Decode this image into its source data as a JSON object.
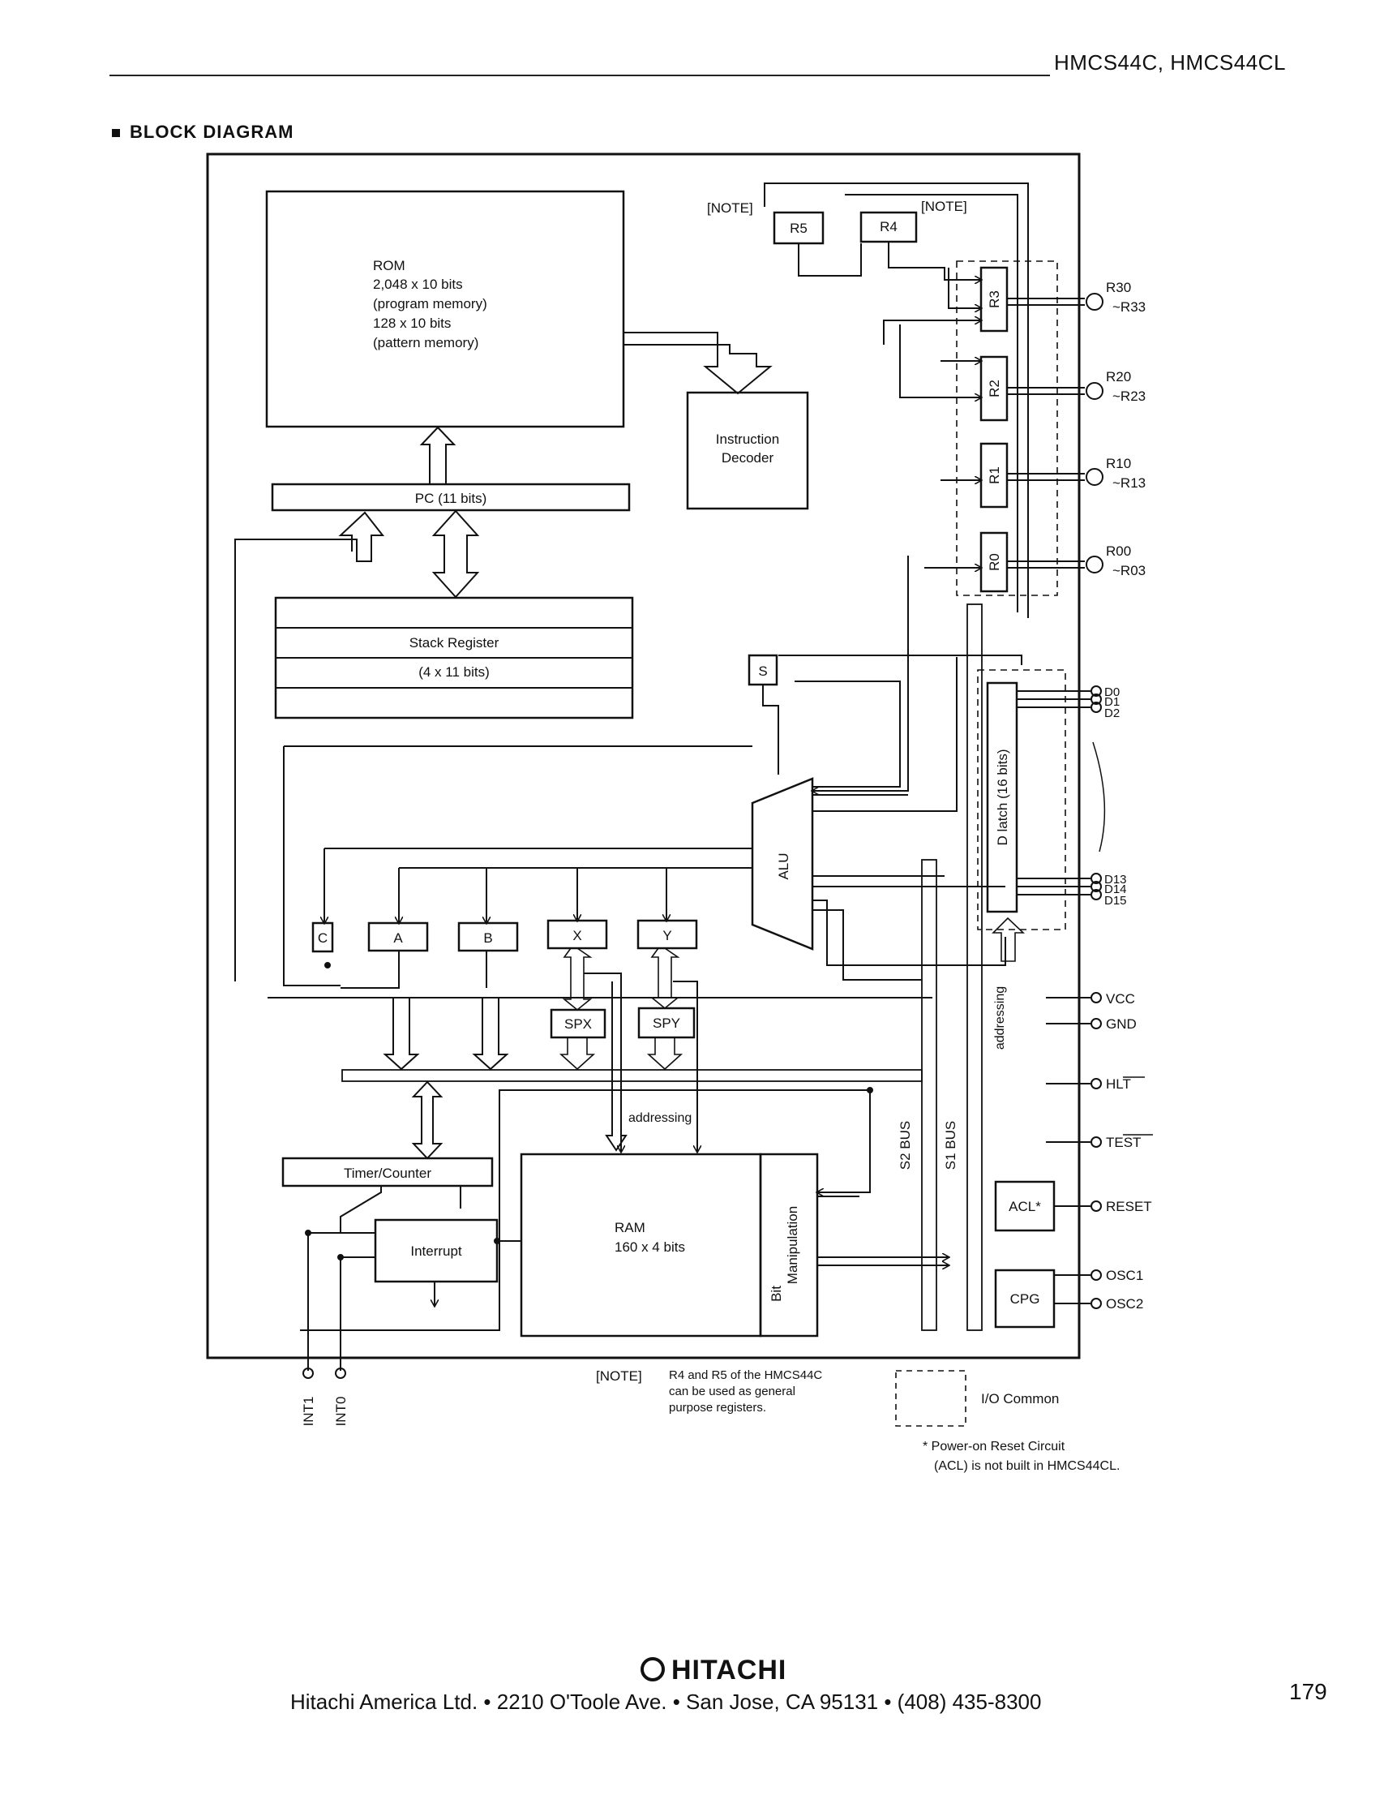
{
  "header": {
    "title": "HMCS44C, HMCS44CL"
  },
  "section_title": "BLOCK DIAGRAM",
  "blocks": {
    "rom": [
      "ROM",
      "2,048 x 10 bits",
      "(program memory)",
      "128 x 10 bits",
      "(pattern memory)"
    ],
    "instruction_decoder": [
      "Instruction",
      "Decoder"
    ],
    "pc": "PC (11 bits)",
    "stack": [
      "Stack Register",
      "(4 x 11 bits)"
    ],
    "r5": "R5",
    "r4": "R4",
    "note_left": "[NOTE]",
    "note_right": "[NOTE]",
    "r3": "R3",
    "r2": "R2",
    "r1": "R1",
    "r0": "R0",
    "s": "S",
    "alu": "ALU",
    "d_latch": "D latch (16 bits)",
    "c": "C",
    "a": "A",
    "b": "B",
    "x": "X",
    "y": "Y",
    "spx": "SPX",
    "spy": "SPY",
    "timer": "Timer/Counter",
    "interrupt": "Interrupt",
    "ram": [
      "RAM",
      "160 x 4 bits"
    ],
    "bit_manip": [
      "Bit",
      "Manipulation"
    ],
    "addressing_ram": "addressing",
    "addressing_d": "addressing",
    "s2_bus": "S2 BUS",
    "s1_bus": "S1 BUS",
    "acl": "ACL*",
    "cpg": "CPG"
  },
  "pins": {
    "r3": [
      "R30",
      "~R33"
    ],
    "r2": [
      "R20",
      "~R23"
    ],
    "r1": [
      "R10",
      "~R13"
    ],
    "r0": [
      "R00",
      "~R03"
    ],
    "d_top": [
      "D0",
      "D1",
      "D2"
    ],
    "d_bottom": [
      "D13",
      "D14",
      "D15"
    ],
    "vcc": "VCC",
    "gnd": "GND",
    "hlt": "HLT",
    "test": "TEST",
    "reset": "RESET",
    "osc1": "OSC1",
    "osc2": "OSC2",
    "int1": "INT1",
    "int0": "INT0"
  },
  "notes": {
    "note_label": "[NOTE]",
    "note_text": [
      "R4 and R5 of the HMCS44C",
      "can be used as general",
      "purpose registers."
    ],
    "io_common": "I/O Common",
    "footnote": [
      "* Power-on Reset Circuit",
      "(ACL) is not built in HMCS44CL."
    ]
  },
  "footer": {
    "brand": "HITACHI",
    "address": "Hitachi America Ltd.  •  2210 O'Toole Ave.  •  San Jose, CA 95131  •  (408) 435-8300",
    "page_number": "179"
  }
}
